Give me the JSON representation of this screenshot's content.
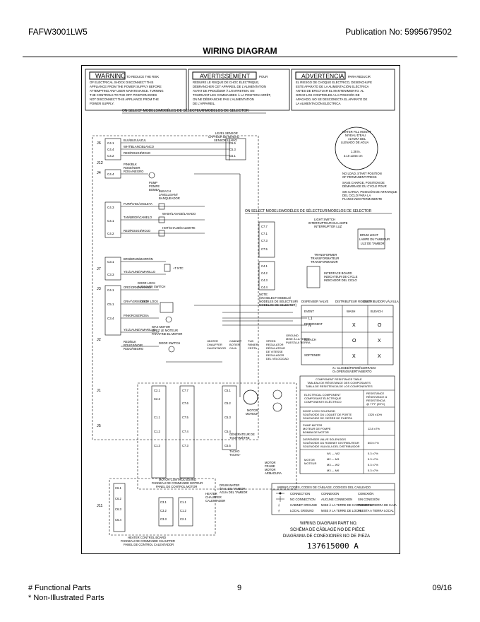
{
  "header": {
    "model": "FAFW3001LW5",
    "publication": "Publication No:  5995679502",
    "title": "WIRING DIAGRAM"
  },
  "warnings": {
    "en": {
      "badge": "WARNING",
      "lines": [
        "TO REDUCE THE RISK",
        "OF ELECTRICAL SHOCK DISCONNECT THIS",
        "APPLIANCE FROM THE POWER SUPPLY BEFORE",
        "ATTEMPTING ANY USER MAINTENANCE. TURNING",
        "THE CONTROLS TO THE OFF POSITION DOES",
        "NOT DISCONNECT THIS APPLIANCE FROM THE",
        "POWER SUPPLY."
      ]
    },
    "fr": {
      "badge": "AVERTISSEMENT",
      "lines": [
        "POUR",
        "RÉDUIRE LE RISQUE DE CHOC ÉLECTRIQUE,",
        "DÉBRANCHER CET APPAREIL DE L'ALIMENTATION",
        "AVANT DE PROCÉDER À L'ENTRETIEN. EN",
        "TOURNANT LES COMMANDES À LA POSITION ARRÊT,",
        "ON NE DÉBRANCHE PAS L'ALIMENTATION",
        "DE L'APPAREIL."
      ]
    },
    "es": {
      "badge": "ADVERTENCIA",
      "lines": [
        "PARA REDUCIR",
        "EL RIESGO DE CHOQUE ELÉCTRICO, DESENCHUFE",
        "ESTE APARATO DE LA ALIMENTACIÓN ELÉCTRICA",
        "ANTES DE EFECTUAR EL MANTENIMIENTO. AL",
        "GIRAR LOS CONTROLES A LA POSICIÓN DE",
        "APAGADO, NO SE DESCONECTA EL APARATO DE",
        "LA ALIMENTACIÓN ELÉCTRICA."
      ]
    }
  },
  "select_models_1": "ON SELECT MODELS\\MODÈLES DE SÉLECTEUR\\MODELOS DE SELECTOR",
  "select_models_2": "ON SELECT MODELS\\MODÈLES DE SÉLECTEUR\\MODELOS DE SELECTOR",
  "connectors_left": [
    "J6",
    "J12",
    "J4",
    "J7",
    "J3",
    "J2",
    "J1",
    "J5",
    "J11"
  ],
  "pins_top": [
    "C4.1",
    "C4.4",
    "C4.2",
    "C4.4",
    "C4.3",
    "C4.1",
    "C4.2",
    "C3.1",
    "C3.3",
    "C4.1",
    "C5.1",
    "C3.4"
  ],
  "wire_labels": [
    "BLU\\BLEU\\AZUL",
    "WHT\\BLANC\\BLANCO",
    "RED\\ROUGE\\ROJO",
    "PINK/BLK",
    "ROSE/NOIR",
    "ROSA/NEGRO",
    "PURP\\VIOL\\VIOLETA",
    "TAN\\BRON\\CAMELO",
    "RED\\ROUGE\\ROJO",
    "BRN\\BRUN\\MARRÓN",
    "YEL\\JAUNE\\AMARILLO",
    "ORG\\ORN\\NARANJA",
    "GRAY\\GRIS\\GRIS",
    "PINK\\ROSE\\ROSA",
    "YEL\\JAUNE\\AMARILLO",
    "RED/BLK",
    "ROUGE/NOIR",
    "ROJO/NEGRO"
  ],
  "components": {
    "level_sensor": [
      "LEVEL SENSOR",
      "CAPTEUR DE NIVEAU",
      "SENSOR LLANO"
    ],
    "pump": [
      "PUMP",
      "POMPE",
      "BOMBA"
    ],
    "bleach": [
      "BLEACH",
      "JAVELLISANT",
      "BANQUEADOR"
    ],
    "wash": "WASH\\LAVAGE\\LAVADO",
    "hot": "HOT\\CHAUD\\CALIENTE",
    "ntc": "+T NTC",
    "door_lock_aux": [
      "DOOR LOCK",
      "AUXILIARY SWITCH"
    ],
    "door_lock": "DOOR LOCK",
    "door_switch": "DOOR SWITCH",
    "wax_motor": [
      "WAX MOTOR",
      "OPEZ LE MOTEUR",
      "PARAFINE EL MOTOR"
    ],
    "heater": [
      "HEATER",
      "CHAUFFER",
      "CALENTADOR"
    ],
    "cabinet": [
      "CABINET",
      "BOTIER",
      "CAJA"
    ],
    "tub": [
      "TUB",
      "PANIER",
      "CESTA"
    ],
    "speed_reg": [
      "SPEED",
      "REGULATOR",
      "RÉGULATEUR",
      "DE VITESSE",
      "REGULADOR",
      "DEL VELOCIDAD"
    ],
    "ground": [
      "GROUND",
      "MISE À LA TERRE",
      "PUESTA A TIERRA"
    ],
    "motor": [
      "MOTOR",
      "MOTEUR"
    ],
    "gen": [
      "GÉNÉRATEUR DE",
      "TACHYMÈTRE"
    ],
    "tacho": [
      "TACHO",
      "TACHO-"
    ],
    "motor_board": [
      "MOTOR CONTROL BOARD",
      "PANNEAU DE COMMANDE MOTEUR",
      "PANEL DE CONTROL MOTOR"
    ],
    "motor_frame": [
      "MOTOR",
      "FRAME",
      "MOTOR",
      "ARMADURA"
    ],
    "drum_water": [
      "DRUM WATER",
      "ÉTAU DE TAMBOR",
      "AGUA DEL TAMBOR"
    ],
    "heater_board": [
      "HEATER CONTROL BOARD",
      "PANNEAU DE COMMANDE CHAUFFER",
      "PANEL DE CONTROL CALENTADOR"
    ],
    "drum_light": [
      "DRUM LIGHT",
      "LAMPE DU TAMBOUR",
      "LUZ DE TAMBOR"
    ],
    "light_switch": [
      "LIGHT SWITCH",
      "INTERRUPTEUR DU LAMPE",
      "INTERRUPTOR LUZ"
    ],
    "transformer": [
      "TRANSFORMER",
      "TRANSFORMATEUR",
      "TRANSFORMADOR"
    ],
    "interface": [
      "INTERFACE BOARD",
      "INDICATEUR DE CYCLE",
      "INDICADOR DEL CICLO"
    ],
    "note": [
      "NOTE:",
      "(ON SELECT MODELS\\",
      "MODÈLES DE SÉLECTEUR\\",
      "MODELOS DE SELECTOR)"
    ],
    "water_fill": [
      "WATER FILL HEIGHT",
      "NIVEAU D'EAU",
      "ALTURA DEL",
      "LLENADO DE AGUA"
    ],
    "water_dims": [
      "1.38 in.",
      "3.10 ±3.54 cm"
    ],
    "no_load": [
      "NO LOAD, START POSITION",
      "OF PERMANENT PRESS",
      "SANS CHARGE, POSITION DE",
      "DÉMARRAGE DU CYCLE POUR",
      "SIN CARGA, POSICIÓN DE ARRANQUE",
      "DEL CICLO PARA LA",
      "PLANCHADO PERMANENTE"
    ]
  },
  "dispenser_table": {
    "headers": [
      "DISPENSER VALVE",
      "DISTRIBUTEUR ROBINET",
      "DISTRIBUIDOR VÁLVULA"
    ],
    "subheaders": [
      "EVENT",
      "WASH",
      "BLEACH"
    ],
    "rows": [
      {
        "label": "DETERGENT",
        "wash": "X",
        "bleach": "O"
      },
      {
        "label": "BLEACH",
        "wash": "O",
        "bleach": "X"
      },
      {
        "label": "SOFTENER",
        "wash": "X",
        "bleach": "X"
      }
    ],
    "legend": [
      "X= CLOSED\\FERMÉ\\CERRADO",
      "O=OPEN\\OUVERT\\ABIERTO"
    ]
  },
  "resistance_table": {
    "title": [
      "COMPONENT RESISTANCE TABLE",
      "TABLEAU DE RÉSISTANCE DES COMPOSANTS",
      "TABLA DE RESISTENCIA DE LOS COMPONENTES"
    ],
    "col1": [
      "ELECTRICAL COMPONENT",
      "COMPOSANT ÉLECTRIQUE",
      "COMPONENTE ELÉCTRICO"
    ],
    "col2": [
      "RESISTANCE",
      "RÉSISTANCE  Ω",
      "RESISTENCIA",
      "@ 77°F (25°C)"
    ],
    "rows": [
      {
        "name": [
          "DOOR LOCK SOLENOID",
          "SOLÉNOÏDE DU LOQUET DE PORTE",
          "SOLENOIDE DE CIERRE DE PUERTA"
        ],
        "value": "1325 ±10%"
      },
      {
        "name": [
          "PUMP MOTOR",
          "MOTEUR DE POMPE",
          "BOMBA DE MOTOR"
        ],
        "value": "12.8 ±7%"
      },
      {
        "name": [
          "DISPENSER VALVE SOLENOIDS",
          "SOLÉNOÏDE DU ROBINET DISTRIBUTEUR",
          "SOLENOIDE VÁLVULA DEL DISTRIBUIDOR"
        ],
        "value": "800 ±7%"
      }
    ],
    "motor_rows": [
      {
        "pins": "W1 — W2",
        "value": "5.3 ±7%"
      },
      {
        "pins": "M2 — M3",
        "value": "5.3 ±7%"
      },
      {
        "pins": "M3 — W2",
        "value": "5.3 ±7%"
      },
      {
        "pins": "M3 — M6",
        "value": "5.3 ±7%"
      }
    ],
    "motor_label": [
      "MOTOR",
      "MOTEUR"
    ]
  },
  "wiring_codes": {
    "title": "WIRING CODES,  CODES DE CÂBLAGE,  CODIGOS DEL CABLEADO",
    "rows": [
      [
        "CONNECTION",
        "CONNEXION",
        "CONEXIÓN"
      ],
      [
        "NO CONNECTION",
        "AUCUNE CONNEXION",
        "SIN CONEXIÓN"
      ],
      [
        "CABINET GROUND",
        "MISE À LA TERRE DE CARROSSERIE",
        "PUESTA A TIERRA DE CAJA"
      ],
      [
        "LOCAL GROUND",
        "MISE À LA TERRE DE LOCAL",
        "PUESTA A TIERRA LOCAL"
      ]
    ]
  },
  "part_block": {
    "lines": [
      "WIRING DIAGRAM PART NO.",
      "SCHÉMA DE CÂBLAGE NO DE PIÈCE",
      "DIAGRAMA DE CONEXIONES NO DE PIEZA"
    ],
    "number": "137615000  A"
  },
  "footer": {
    "functional": "# Functional Parts",
    "non_illustrated": "* Non-Illustrated Parts",
    "page": "9",
    "date": "09/16"
  }
}
